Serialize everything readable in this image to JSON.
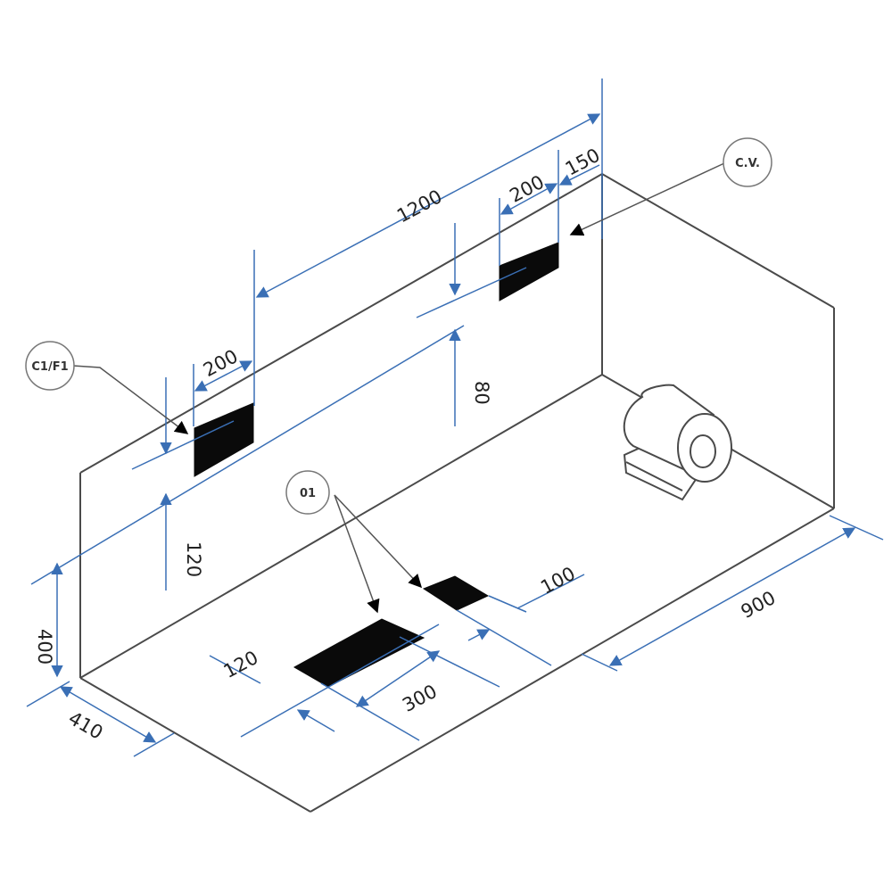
{
  "dimensions": {
    "length_total": "1200",
    "cv_width": "200",
    "cv_offset": "150",
    "c1_width": "200",
    "c1_height": "120",
    "cv_height": "80",
    "room_height": "400",
    "room_depth": "410",
    "room_width": "900",
    "floor_gap": "120",
    "floor_length": "300",
    "floor_small": "100"
  },
  "tags": {
    "cv": "C.V.",
    "c1f1": "C1/F1",
    "o1": "01"
  },
  "colors": {
    "dimension_line": "#3a6fb5",
    "room_line": "#4a4a4a",
    "opening_fill": "#0a0a0a"
  }
}
